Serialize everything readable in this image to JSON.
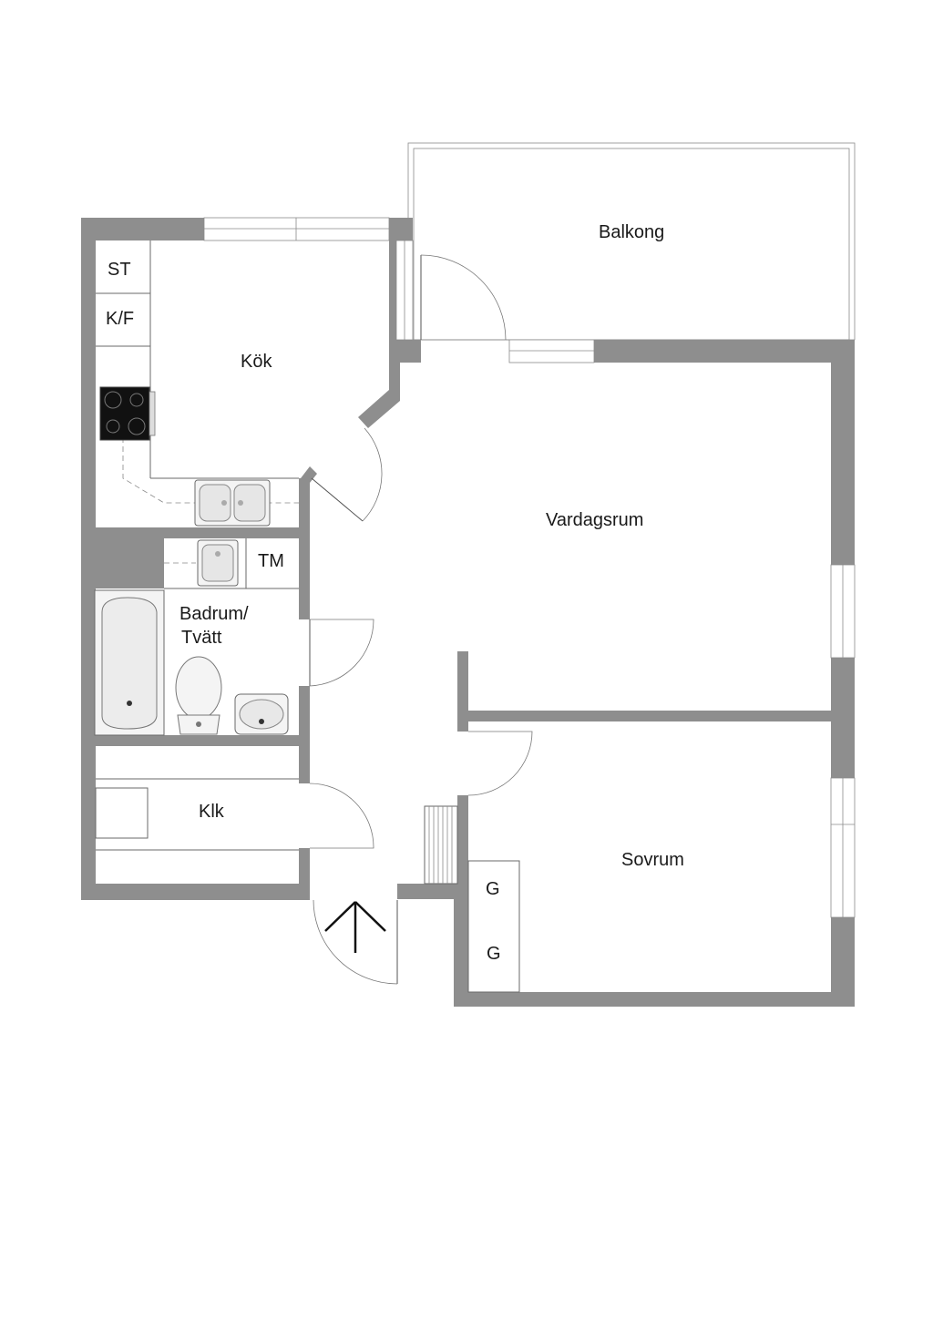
{
  "rooms": {
    "balkong": "Balkong",
    "kok": "Kök",
    "vardagsrum": "Vardagsrum",
    "badrum_line1": "Badrum/",
    "badrum_line2": "Tvätt",
    "klk": "Klk",
    "sovrum": "Sovrum"
  },
  "fixtures": {
    "st": "ST",
    "kf": "K/F",
    "tm": "TM",
    "g1": "G",
    "g2": "G"
  },
  "icons": {
    "entrance": "arrow-up-icon",
    "stove": "stove-icon",
    "sink": "sink-icon",
    "bathtub": "bathtub-icon",
    "toilet": "toilet-icon",
    "washbasin": "washbasin-icon"
  },
  "colors": {
    "wall": "#8e8e8e",
    "background": "#ffffff"
  }
}
